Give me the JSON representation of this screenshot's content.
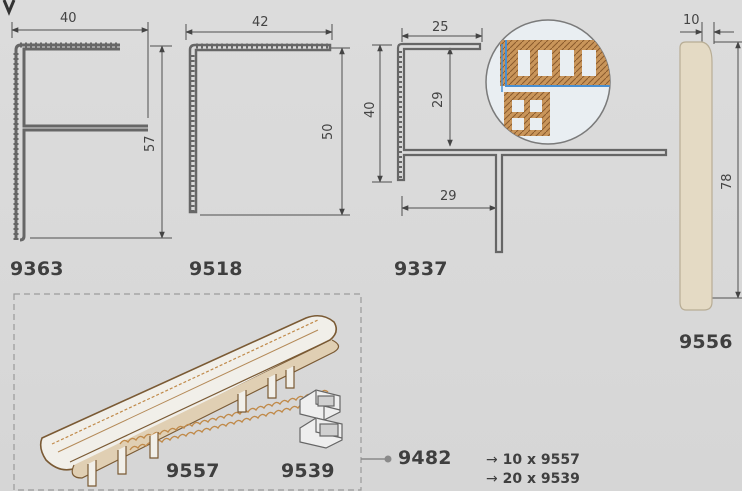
{
  "profiles": [
    {
      "code": "9363",
      "dims": {
        "width": "40",
        "height": "57"
      }
    },
    {
      "code": "9518",
      "dims": {
        "width": "42",
        "height": "50"
      }
    },
    {
      "code": "9337",
      "dims": {
        "top": "25",
        "side": "40",
        "inner_height": "29",
        "inner_width": "29"
      }
    },
    {
      "code": "9556",
      "dims": {
        "width": "10",
        "height": "78"
      }
    }
  ],
  "kit": {
    "parts": [
      "9557",
      "9539"
    ],
    "code": "9482",
    "contents": [
      "10 x 9557",
      "20 x 9539"
    ],
    "arrow": "→"
  },
  "colors": {
    "line": "#555555",
    "wood": "#b98a52",
    "wood_light": "#d9b47e",
    "board": "#e4dac4",
    "frame": "#9a9a9a"
  }
}
